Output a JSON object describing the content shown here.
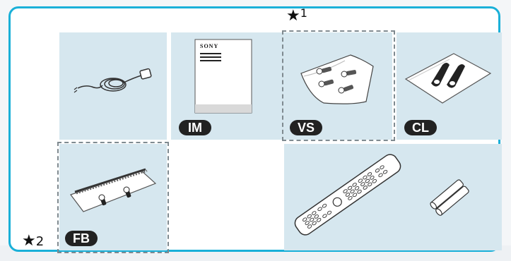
{
  "badges": {
    "im": "IM",
    "vs": "VS",
    "cl": "CL",
    "fb": "FB"
  },
  "notes": {
    "star1_symbol": "★",
    "star1_number": "1",
    "star2_symbol": "★",
    "star2_number": "2"
  },
  "manual": {
    "brand": "SONY"
  },
  "colors": {
    "frame": "#1ab0d8",
    "panel": "#d6e7ef",
    "badge": "#222222"
  },
  "icons": {
    "power_cord": "power-cord-icon",
    "manual": "instruction-manual-icon",
    "screws": "screws-bag-icon",
    "clamps": "cable-clamps-icon",
    "bracket": "fixing-bracket-icon",
    "remote": "remote-control-icon",
    "batteries": "batteries-icon"
  }
}
